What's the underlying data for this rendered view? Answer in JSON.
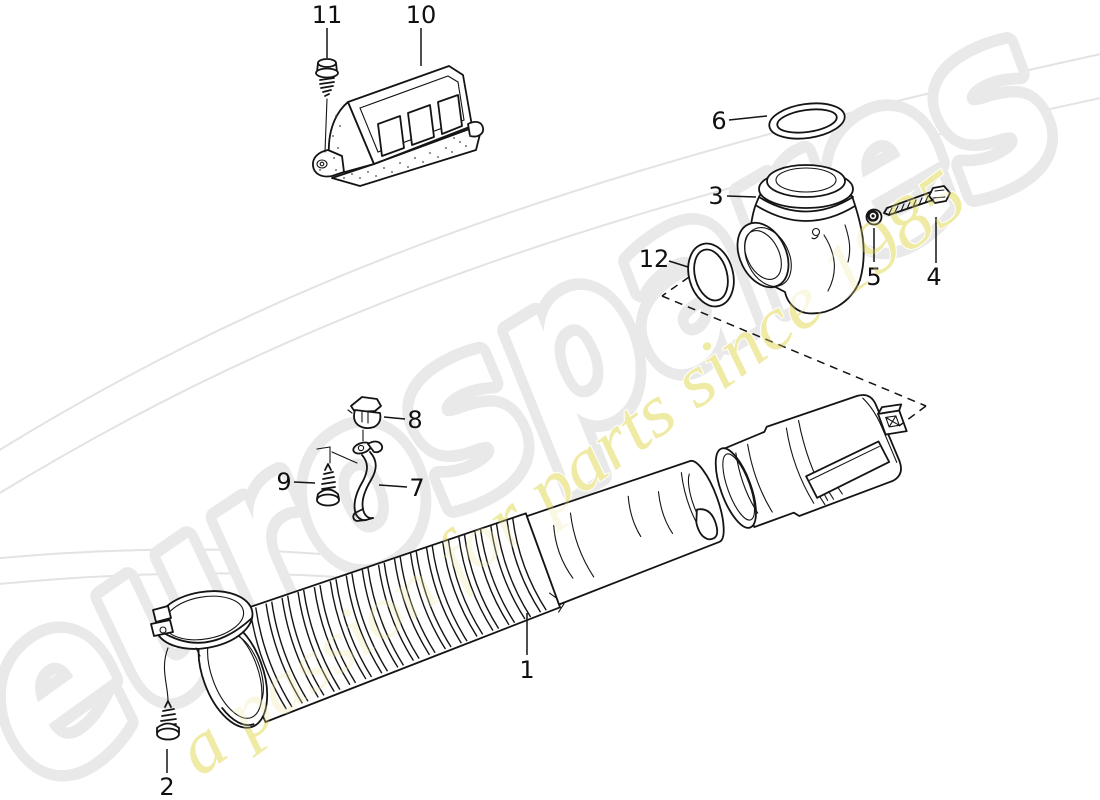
{
  "watermark": {
    "brand": "eurospares",
    "tagline": "a passion for parts since 1985",
    "brand_color": "#e9e9e9",
    "tagline_color": "#efeaa4"
  },
  "diagram": {
    "background": "#ffffff",
    "line_color": "#141414"
  },
  "callouts": [
    {
      "number": "1"
    },
    {
      "number": "2"
    },
    {
      "number": "3"
    },
    {
      "number": "4"
    },
    {
      "number": "5"
    },
    {
      "number": "6"
    },
    {
      "number": "7"
    },
    {
      "number": "8"
    },
    {
      "number": "9"
    },
    {
      "number": "10"
    },
    {
      "number": "11"
    },
    {
      "number": "12"
    }
  ]
}
